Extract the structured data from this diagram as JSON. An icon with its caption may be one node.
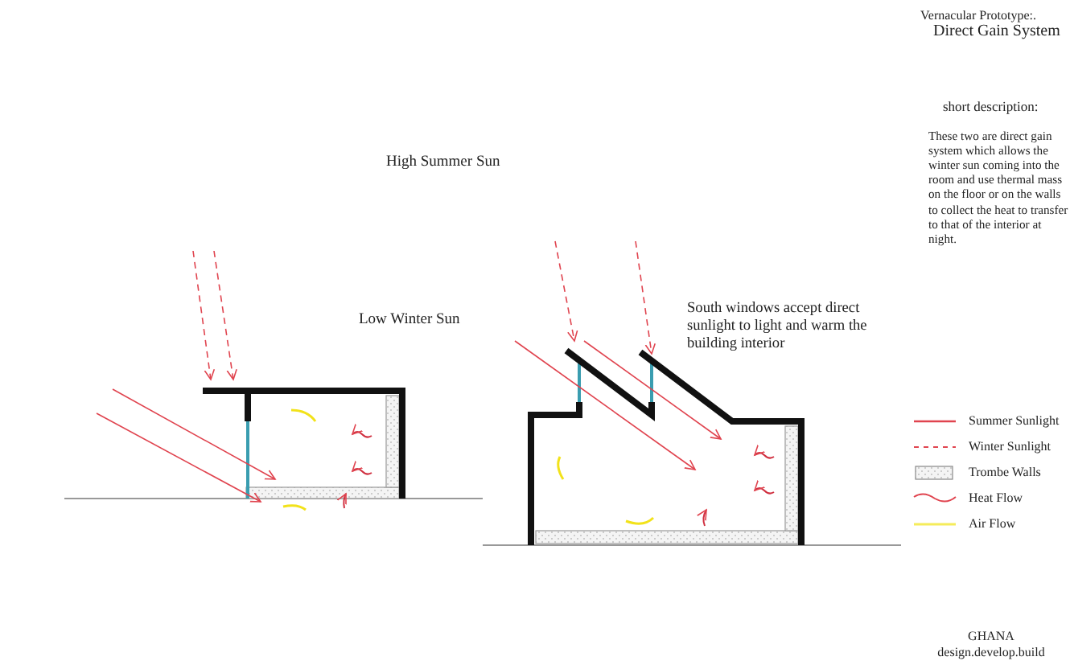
{
  "diagram": {
    "labels": [
      "Vernacular Prototype:.",
      "Direct Gain System",
      "short description:",
      "These two are direct gain system which allows the winter sun coming into the room and use thermal mass on the floor or on the walls to collect the heat to transfer to that of the interior at night.",
      "High Summer Sun",
      "Low Winter Sun",
      "South windows accept direct sunlight to light and warm the building interior",
      "GHANA",
      "design.develop.build"
    ],
    "legend": [
      {
        "text": "Summer Sunlight"
      },
      {
        "text": "Winter Sunlight"
      },
      {
        "text": "Trombe Walls"
      },
      {
        "text": "Heat Flow"
      },
      {
        "text": "Air Flow"
      }
    ]
  }
}
